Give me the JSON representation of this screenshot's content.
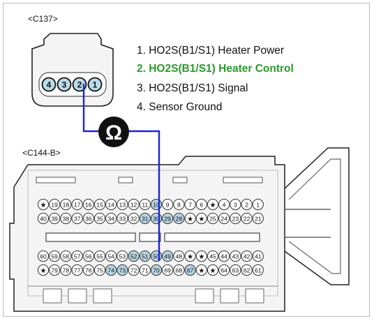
{
  "connector_top": {
    "label": "<C137>",
    "pins": [
      "4",
      "3",
      "2",
      "1"
    ]
  },
  "connector_bottom": {
    "label": "<C144-B>",
    "rows": [
      [
        "★",
        "19",
        "18",
        "17",
        "16",
        "15",
        "14",
        "13",
        "12",
        "11",
        "10",
        "9",
        "8",
        "7",
        "6",
        "★",
        "4",
        "3",
        "2",
        "1"
      ],
      [
        "40",
        "39",
        "38",
        "37",
        "36",
        "35",
        "34",
        "33",
        "32",
        "31",
        "30",
        "29",
        "28",
        "★",
        "★",
        "25",
        "24",
        "23",
        "22",
        "21"
      ],
      [
        "60",
        "59",
        "58",
        "57",
        "56",
        "55",
        "54",
        "53",
        "52",
        "51",
        "50",
        "49",
        "48",
        "★",
        "★",
        "45",
        "44",
        "43",
        "42",
        "41"
      ],
      [
        "★",
        "79",
        "78",
        "77",
        "76",
        "75",
        "74",
        "73",
        "72",
        "71",
        "70",
        "69",
        "68",
        "67",
        "★",
        "★",
        "64",
        "63",
        "62",
        "61"
      ]
    ],
    "highlighted_pins": [
      "10",
      "31",
      "30",
      "29",
      "28",
      "52",
      "51",
      "50",
      "49",
      "74",
      "73",
      "70",
      "67"
    ]
  },
  "pin_list": [
    {
      "text": "1. HO2S(B1/S1) Heater Power",
      "highlight": false
    },
    {
      "text": "2. HO2S(B1/S1) Heater Control",
      "highlight": true
    },
    {
      "text": "3. HO2S(B1/S1) Signal",
      "highlight": false
    },
    {
      "text": "4. Sensor Ground",
      "highlight": false
    }
  ],
  "meter_symbol": "Ω",
  "colors": {
    "wire": "#1a22e6",
    "highlight_text": "#2a9a2a",
    "pin_highlight": "#b7d4e2",
    "pin_top": "#b9dbe8"
  }
}
